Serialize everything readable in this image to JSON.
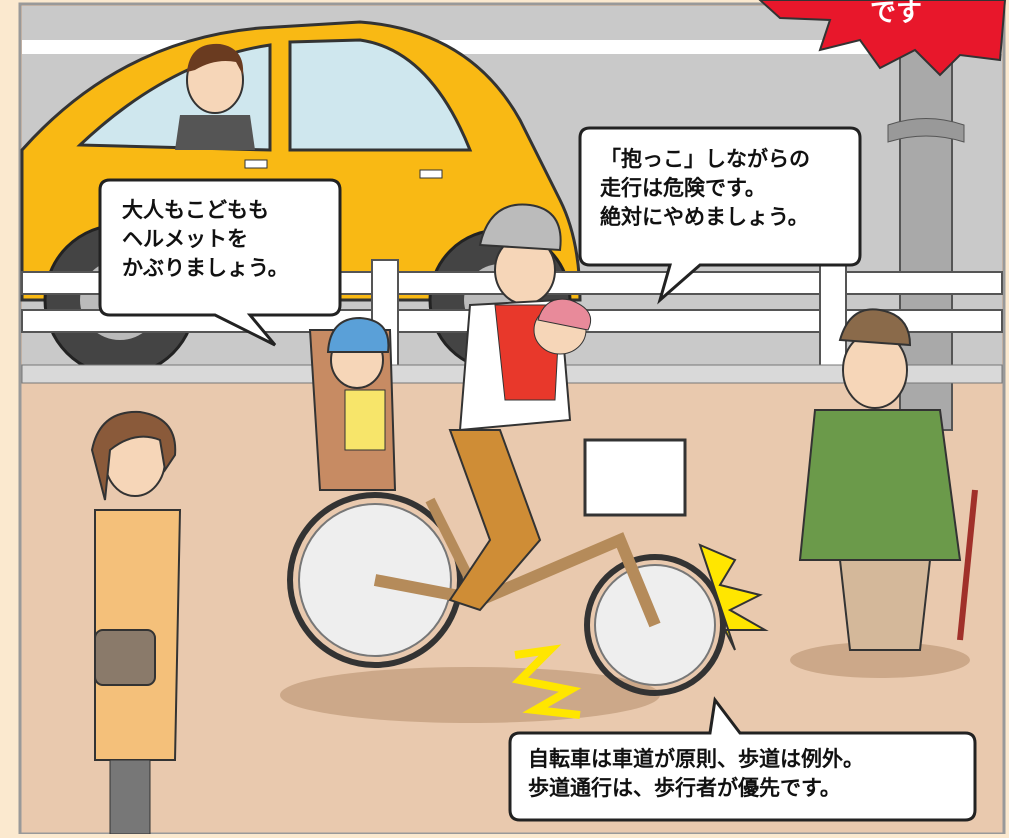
{
  "banner": {
    "burst_text": "です"
  },
  "bubbles": {
    "helmet": {
      "lines": [
        "大人もこどもも",
        "ヘルメットを",
        "かぶりましょう。"
      ]
    },
    "dakko": {
      "lines": [
        "「抱っこ」しながらの",
        "走行は危険です。",
        "絶対にやめましょう。"
      ]
    },
    "sidewalk": {
      "lines": [
        "自転車は車道が原則、歩道は例外。",
        "歩道通行は、歩行者が優先です。"
      ]
    }
  },
  "colors": {
    "frame_bg": "#fbe9cf",
    "road": "#c9c9c9",
    "sidewalk": "#e9c9ae",
    "car": "#f9b914",
    "burst": "#e8172b",
    "impact": "#ffe600"
  }
}
